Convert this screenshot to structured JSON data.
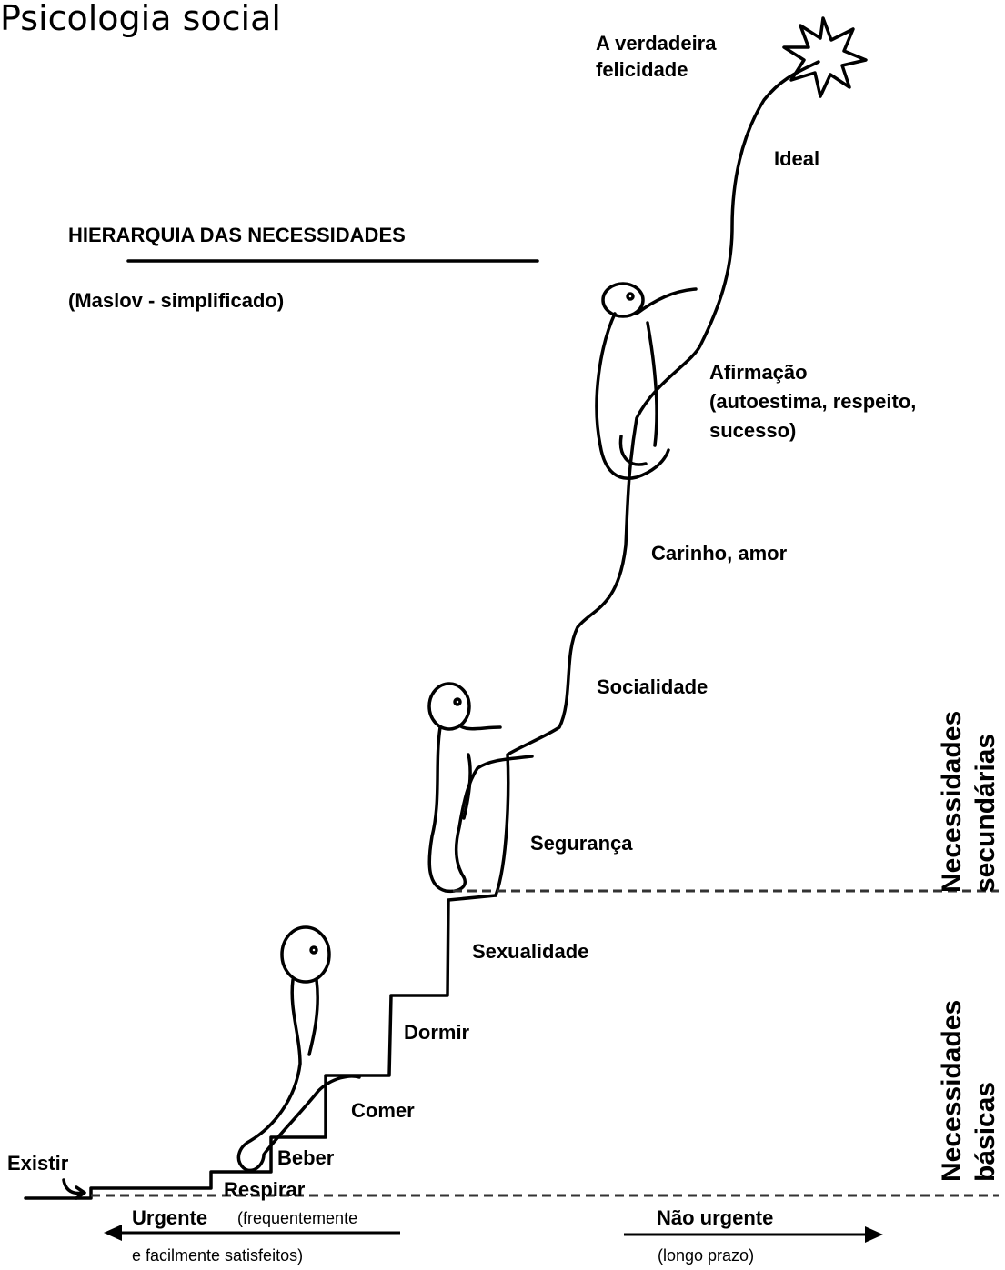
{
  "page": {
    "title": "Psicologia social"
  },
  "diagram": {
    "heading": "HIERARQUIA DAS NECESSIDADES",
    "subheading": "(Maslov - simplificado)",
    "top_label": "A verdadeira\nfelicidade",
    "steps": {
      "existir": "Existir",
      "respirar": "Respirar",
      "beber": "Beber",
      "comer": "Comer",
      "dormir": "Dormir",
      "sexualidade": "Sexualidade",
      "seguranca": "Segurança",
      "socialidade": "Socialidade",
      "carinho": "Carinho, amor",
      "afirmacao": "Afirmação\n(autoestima, respeito,\nsucesso)",
      "ideal": "Ideal"
    },
    "categories": {
      "basicas": "Necessidades\nbásicas",
      "secundarias": "Necessidades\nsecundárias"
    },
    "axis": {
      "urgente": "Urgente",
      "urgente_note_1": "(frequentemente",
      "urgente_note_2": "e facilmente satisfeitos)",
      "nao_urgente": "Não urgente",
      "nao_urgente_note": "(longo prazo)"
    }
  }
}
